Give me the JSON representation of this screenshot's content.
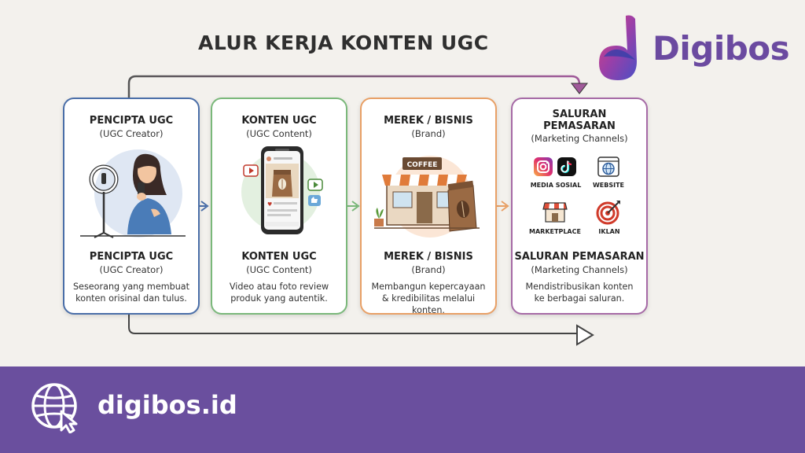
{
  "title": "ALUR KERJA KONTEN UGC",
  "brand": {
    "name": "Digibos"
  },
  "footer": {
    "site": "digibos.id",
    "icon": "globe-cursor-icon"
  },
  "cards": [
    {
      "heading_top": "PENCIPTA UGC",
      "sub_top": "(UGC Creator)",
      "heading_bottom": "PENCIPTA UGC",
      "sub_bottom": "(UGC Creator)",
      "desc_1": "Seseorang yang membuat",
      "desc_2": "konten orisinal dan tulus.",
      "icon": "creator-ring-light-illustration",
      "color": "#4a6ea8"
    },
    {
      "heading_top": "KONTEN UGC",
      "sub_top": "(UGC Content)",
      "heading_bottom": "KONTEN UGC",
      "sub_bottom": "(UGC Content)",
      "desc_1": "Video atau foto review",
      "desc_2": "produk yang autentik.",
      "icon": "smartphone-post-illustration",
      "color": "#7ab87a"
    },
    {
      "heading_top": "MEREK / BISNIS",
      "sub_top": "(Brand)",
      "heading_bottom": "MEREK / BISNIS",
      "sub_bottom": "(Brand)",
      "desc_1": "Membangun kepercayaan",
      "desc_2": "& kredibilitas melalui konten.",
      "shop_sign": "COFFEE",
      "icon": "coffee-shop-illustration",
      "color": "#e8a066"
    },
    {
      "heading_top_1": "SALURAN",
      "heading_top_2": "PEMASARAN",
      "sub_top": "(Marketing Channels)",
      "heading_bottom": "SALURAN PEMASARAN",
      "sub_bottom": "(Marketing Channels)",
      "desc_1": "Mendistribusikan konten",
      "desc_2": "ke berbagai saluran.",
      "color": "#a66aa6",
      "channels": [
        {
          "label": "MEDIA SOSIAL",
          "icon": "instagram-tiktok-icon"
        },
        {
          "label": "WEBSITE",
          "icon": "website-globe-icon"
        },
        {
          "label": "MARKETPLACE",
          "icon": "marketplace-store-icon"
        },
        {
          "label": "IKLAN",
          "icon": "target-ad-icon"
        }
      ]
    }
  ]
}
